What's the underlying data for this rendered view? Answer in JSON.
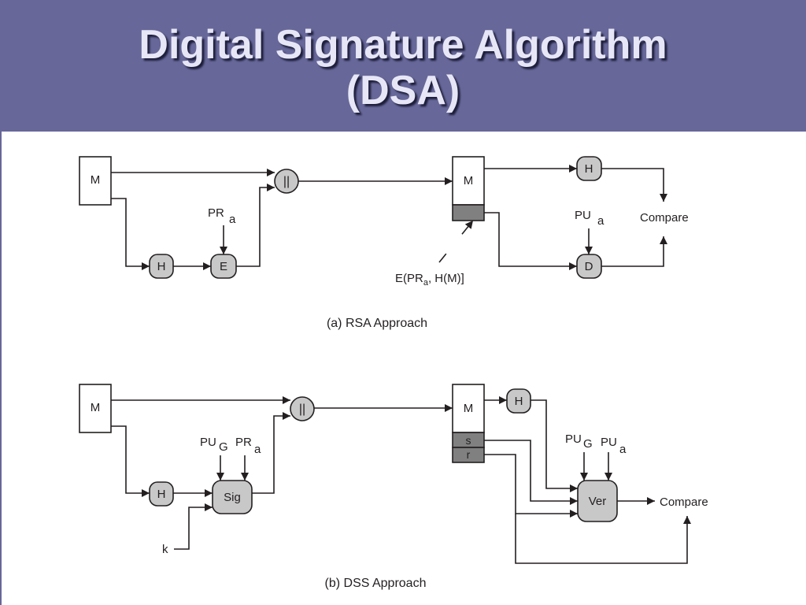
{
  "slide": {
    "title_line1": "Digital Signature Algorithm",
    "title_line2": "(DSA)"
  },
  "rsa": {
    "caption": "(a) RSA Approach",
    "sender_message": "M",
    "hash": "H",
    "encrypt": "E",
    "private_key": "PR",
    "private_key_sub": "a",
    "concat": "||",
    "receiver_message": "M",
    "receiver_hash": "H",
    "decrypt": "D",
    "public_key": "PU",
    "public_key_sub": "a",
    "compare": "Compare",
    "signature_label_prefix": "E(PR",
    "signature_label_sub": "a",
    "signature_label_suffix": ", H(M)]"
  },
  "dss": {
    "caption": "(b) DSS Approach",
    "sender_message": "M",
    "hash": "H",
    "sign": "Sig",
    "global_key": "PU",
    "global_key_sub": "G",
    "private_key": "PR",
    "private_key_sub": "a",
    "random_k": "k",
    "concat": "||",
    "receiver_message": "M",
    "receiver_hash": "H",
    "sig_s": "s",
    "sig_r": "r",
    "global_key_2": "PU",
    "global_key_2_sub": "G",
    "public_key": "PU",
    "public_key_sub": "a",
    "verify": "Ver",
    "compare": "Compare"
  },
  "colors": {
    "header": "#676799",
    "title_text": "#e6e6f6",
    "node_fill": "#c8c8c8",
    "signature_block": "#808080",
    "line": "#231f20"
  }
}
